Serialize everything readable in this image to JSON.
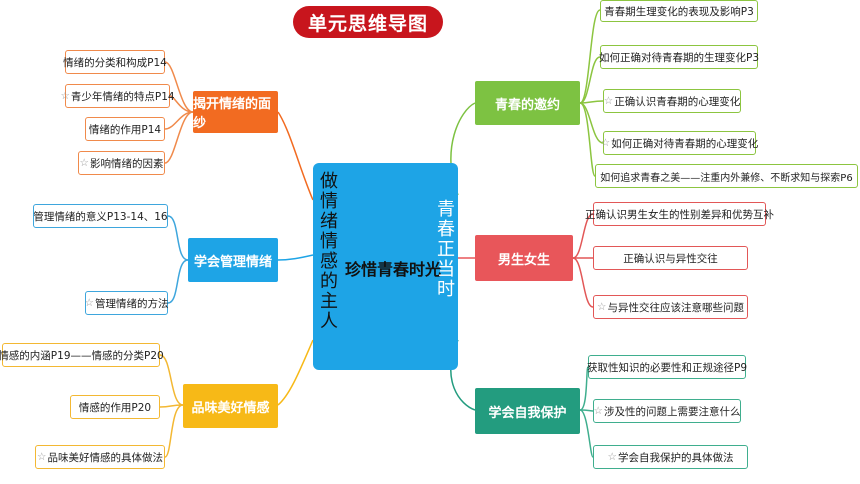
{
  "title": "单元思维导图",
  "center": {
    "title": "珍惜青春时光",
    "left_vertical": "做情绪情感的主人",
    "right_vertical": "青春正当时"
  },
  "star": "☆",
  "branches": {
    "orange": {
      "topic": "揭开情绪的面纱",
      "color": "#f26b21",
      "leaves": [
        {
          "text": "情绪的分类和构成P14",
          "star": false
        },
        {
          "text": "青少年情绪的特点P14",
          "star": true
        },
        {
          "text": "情绪的作用P14",
          "star": false
        },
        {
          "text": "影响情绪的因素",
          "star": true
        }
      ]
    },
    "blue": {
      "topic": "学会管理情绪",
      "color": "#1ea4e6",
      "leaves": [
        {
          "text": "管理情绪的意义P13-14、16",
          "star": false
        },
        {
          "text": "管理情绪的方法",
          "star": true
        }
      ]
    },
    "yellow": {
      "topic": "品味美好情感",
      "color": "#f7b917",
      "leaves": [
        {
          "text": "情感的内涵P19——情感的分类P20",
          "star": false
        },
        {
          "text": "情感的作用P20",
          "star": false
        },
        {
          "text": "品味美好情感的具体做法",
          "star": true
        }
      ]
    },
    "green": {
      "topic": "青春的邀约",
      "color": "#7dc242",
      "leaves": [
        {
          "text": "青春期生理变化的表现及影响P3",
          "star": false
        },
        {
          "text": "如何正确对待青春期的生理变化P3",
          "star": false
        },
        {
          "text": "正确认识青春期的心理变化",
          "star": true
        },
        {
          "text": "如何正确对待青春期的心理变化",
          "star": true
        },
        {
          "text": "如何追求青春之美——注重内外兼修、不断求知与探索P6",
          "star": false
        }
      ]
    },
    "red": {
      "topic": "男生女生",
      "color": "#e8565a",
      "leaves": [
        {
          "text": "正确认识男生女生的性别差异和优势互补",
          "star": false
        },
        {
          "text": "正确认识与异性交往",
          "star": false
        },
        {
          "text": "与异性交往应该注意哪些问题",
          "star": true
        }
      ]
    },
    "teal": {
      "topic": "学会自我保护",
      "color": "#239c7f",
      "leaves": [
        {
          "text": "获取性知识的必要性和正规途径P9",
          "star": false
        },
        {
          "text": "涉及性的问题上需要注意什么",
          "star": true
        },
        {
          "text": "学会自我保护的具体做法",
          "star": true
        }
      ]
    }
  }
}
